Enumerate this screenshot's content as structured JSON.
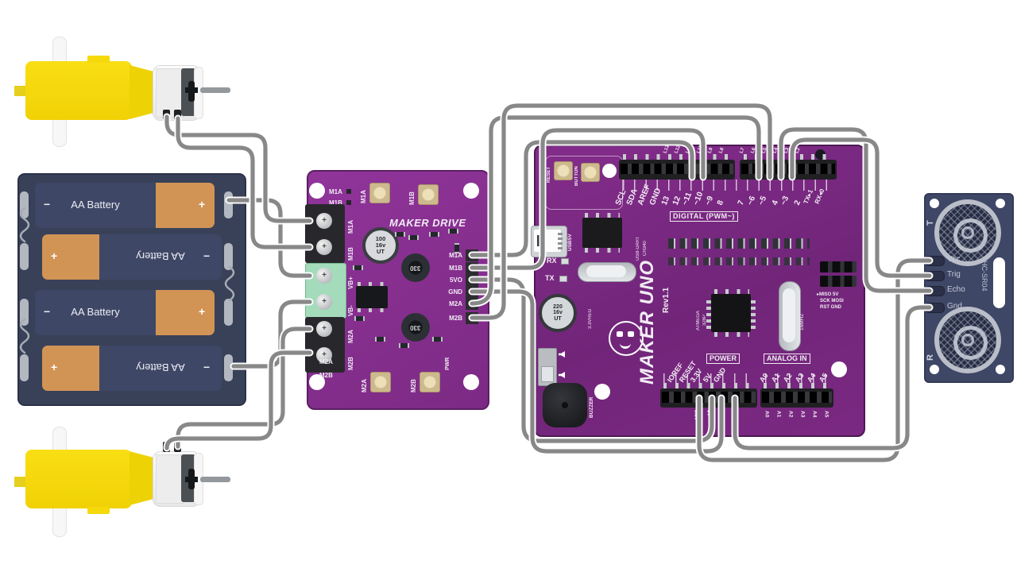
{
  "battery": {
    "cell": "AA Battery",
    "plus": "+",
    "minus": "−"
  },
  "makerdrive": {
    "title": "MAKER DRIVE",
    "corner_top": [
      "M1A",
      "M1B"
    ],
    "corner_bottom": [
      "M2A",
      "M2B"
    ],
    "btns": [
      "M1A",
      "M1B",
      "M2A",
      "M2B"
    ],
    "cap": [
      "100",
      "16v",
      "UT"
    ],
    "inductor": "330",
    "terminals": [
      "M1A",
      "M1B",
      "VB+",
      "VB-",
      "M2A",
      "M2B"
    ],
    "header": [
      "M1A",
      "M1B",
      "5VO",
      "GND",
      "M2A",
      "M2B"
    ],
    "pwr": "PWR"
  },
  "uno": {
    "name": "MAKER UNO",
    "rev": "Rev1.1",
    "reset": "RESET",
    "button": "BUTTON",
    "usb": "USB5V",
    "rx": "RX",
    "tx": "TX",
    "usbchip": [
      "USB-UART",
      "CH340"
    ],
    "cap": [
      "220",
      "16v",
      "UT"
    ],
    "reg": "3.3VREG",
    "mcu": [
      "ATMEGA",
      "328P"
    ],
    "xtal": "16MHZ",
    "icsp_lines": [
      "▸MISO 5V",
      "SCK MOSI",
      "RST GND"
    ],
    "buzzer": "BUZZER",
    "digital_title": "DIGITAL (PWM~)",
    "power_title": "POWER",
    "analog_title": "ANALOG IN",
    "digital_pins": [
      "SCL",
      "SDA",
      "AREF",
      "GND",
      "13",
      "12",
      "~11",
      "~10",
      "~9",
      "8",
      "7",
      "~6",
      "~5",
      "4",
      "~3",
      "2",
      "TX▸1",
      "RX◂0"
    ],
    "led_labels": [
      "L13",
      "L12",
      "L11",
      "L10",
      "L9",
      "L8",
      "L7",
      "L6",
      "L5",
      "L4",
      "L3",
      "L2"
    ],
    "power_pins": [
      "IOREF",
      "RESET",
      "3.3V",
      "5V",
      "GND"
    ],
    "power_pins_vert": [
      "3.3V",
      "5V"
    ],
    "analog_pins": [
      "A0",
      "A1",
      "A2",
      "A3",
      "A4",
      "A5"
    ]
  },
  "sensor": {
    "model": "HC-SR04",
    "t": "T",
    "r": "R",
    "pins": [
      "Vcc",
      "Trig",
      "Echo",
      "Gnd"
    ]
  },
  "wires": {
    "battery_red": {
      "color": "#f5352e",
      "from": "battery +",
      "to": "Maker Drive VB+"
    },
    "battery_black": {
      "color": "#161616",
      "from": "battery −",
      "to": "Maker Drive VB-"
    },
    "motor1_black": {
      "color": "#161616",
      "from": "top motor",
      "to": "Maker Drive M1A"
    },
    "motor1_red": {
      "color": "#f5352e",
      "from": "top motor",
      "to": "Maker Drive M1B"
    },
    "motor2_red": {
      "color": "#f5352e",
      "from": "bottom motor",
      "to": "Maker Drive M2A"
    },
    "motor2_black": {
      "color": "#161616",
      "from": "bottom motor",
      "to": "Maker Drive M2B"
    },
    "m1a_blue": {
      "color": "#2e78d2",
      "from": "Maker Drive M1A",
      "to": "UNO pin 11"
    },
    "m1b_green": {
      "color": "#0fae57",
      "from": "Maker Drive M1B",
      "to": "UNO pin 10"
    },
    "v5o_red": {
      "color": "#f5352e",
      "from": "Maker Drive 5VO",
      "to": "UNO 5V"
    },
    "gnd_black": {
      "color": "#161616",
      "from": "Maker Drive GND",
      "to": "UNO GND"
    },
    "m2a_purple": {
      "color": "#8c5cf6",
      "from": "Maker Drive M2A",
      "to": "UNO pin 6"
    },
    "m2b_gray": {
      "color": "#4a4a4a",
      "from": "Maker Drive M2B",
      "to": "UNO pin 5"
    },
    "vcc_orange": {
      "color": "#ff9838",
      "from": "UNO 3.3V",
      "to": "HC-SR04 Vcc"
    },
    "gnd2_black": {
      "color": "#161616",
      "from": "UNO GND",
      "to": "HC-SR04 Gnd"
    },
    "echo_pink": {
      "color": "#ff63c4",
      "from": "UNO pin 4",
      "to": "HC-SR04 Echo"
    },
    "trig_cyan": {
      "color": "#45d9df",
      "from": "UNO pin 3",
      "to": "HC-SR04 Trig"
    }
  }
}
